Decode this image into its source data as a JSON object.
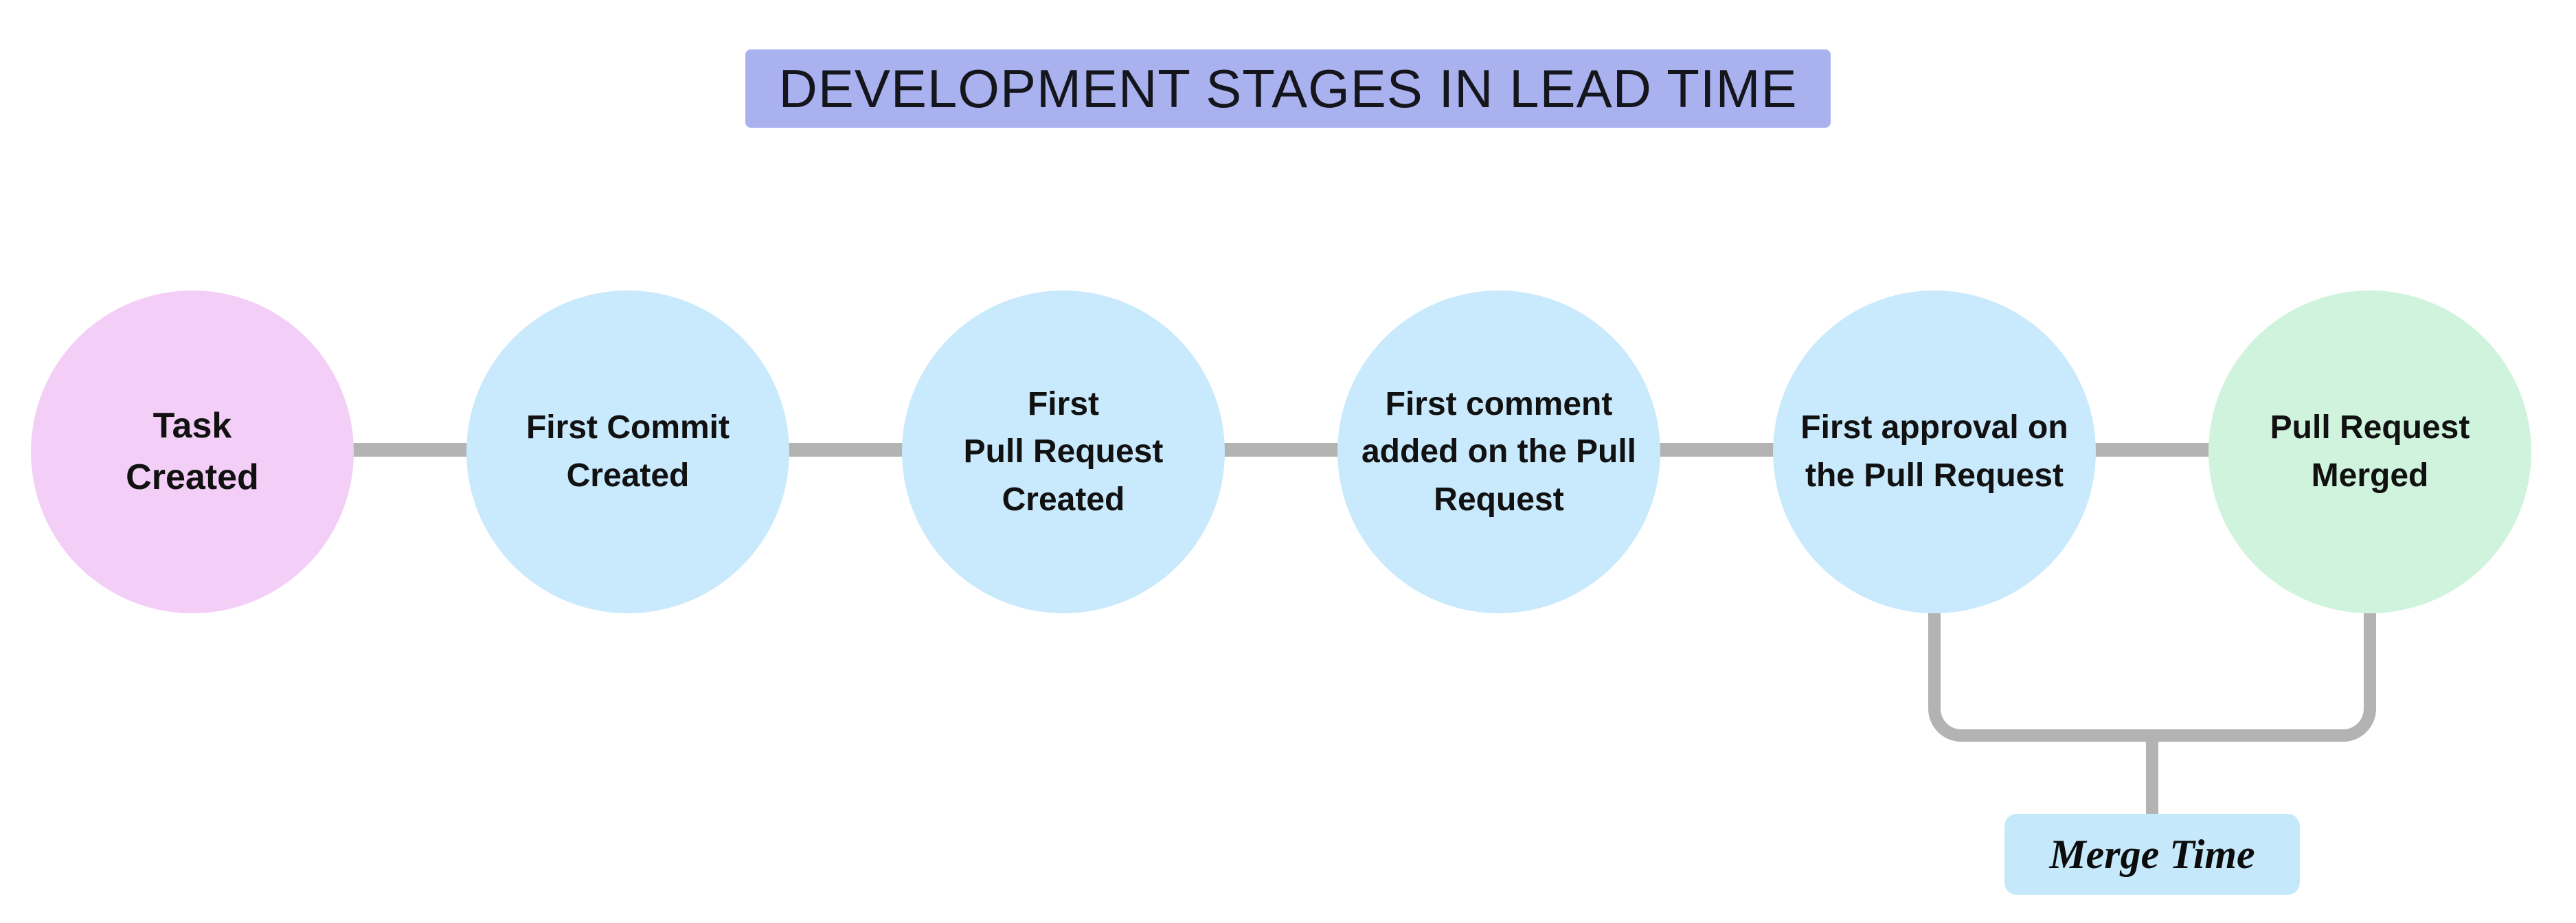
{
  "title": {
    "text": "DEVELOPMENT STAGES IN LEAD TIME",
    "bg": "#A9B1EF"
  },
  "stages": [
    {
      "label": "Task\nCreated",
      "color": "#F3CEF7"
    },
    {
      "label": "First Commit\nCreated",
      "color": "#C9E9FC"
    },
    {
      "label": "First\nPull Request\nCreated",
      "color": "#C9E9FC"
    },
    {
      "label": "First comment\nadded on the Pull\nRequest",
      "color": "#C9E9FC"
    },
    {
      "label": "First approval on\nthe Pull Request",
      "color": "#C9E9FC"
    },
    {
      "label": "Pull Request\nMerged",
      "color": "#CFF3DC"
    }
  ],
  "annotation": {
    "label": "Merge Time",
    "bg": "#C6E8FB"
  },
  "colors": {
    "connector": "#B3B3B3",
    "background": "#FFFFFF",
    "text": "#111111"
  }
}
